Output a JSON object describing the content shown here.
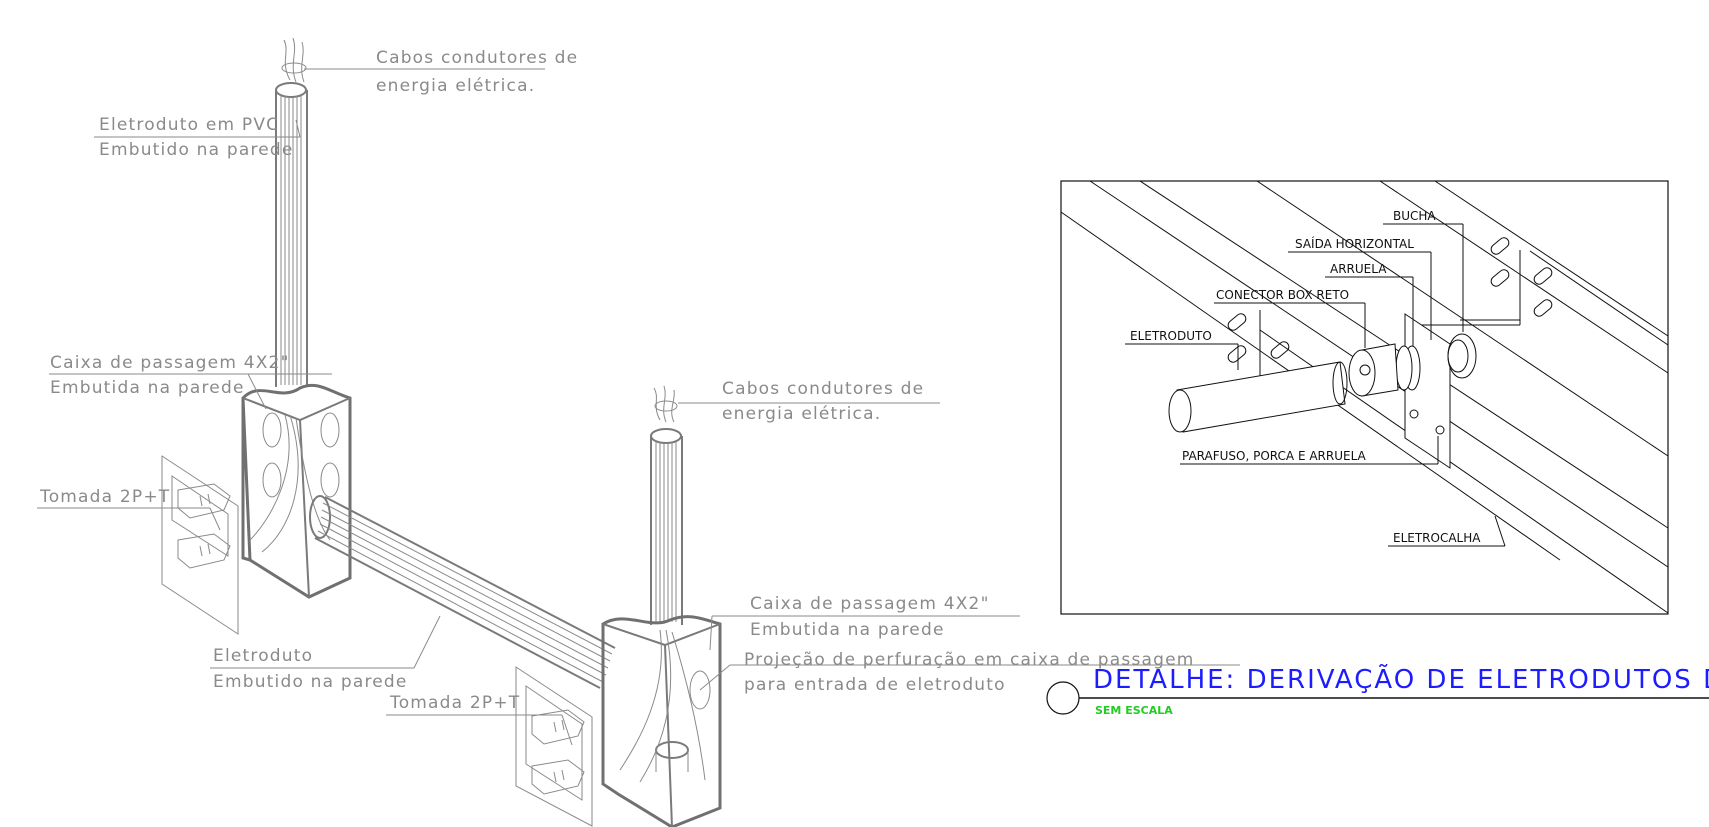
{
  "labels": {
    "cabos1_l1": "Cabos condutores de",
    "cabos1_l2": "energia elétrica.",
    "pvc_l1": "Eletroduto em PVC",
    "pvc_l2": "Embutido na parede",
    "caixa1_l1": "Caixa de passagem 4X2\"",
    "caixa1_l2": "Embutida na parede",
    "tomada1": "Tomada 2P+T",
    "cabos2_l1": "Cabos condutores de",
    "cabos2_l2": "energia elétrica.",
    "caixa2_l1": "Caixa de passagem 4X2\"",
    "caixa2_l2": "Embutida na parede",
    "proj_l1": "Projeção de perfuração em caixa de passagem",
    "proj_l2": "para entrada de eletroduto",
    "eletroduto_l1": "Eletroduto",
    "eletroduto_l2": "Embutido na parede",
    "tomada2": "Tomada 2P+T"
  },
  "detail": {
    "bucha": "BUCHA",
    "saida": "SAÍDA HORIZONTAL",
    "arruela": "ARRUELA",
    "conector": "CONECTOR BOX RETO",
    "eletroduto": "ELETRODUTO",
    "parafuso": "PARAFUSO, PORCA E ARRUELA",
    "eletrocalha": "ELETROCALHA"
  },
  "title": {
    "text": "DETALHE: DERIVAÇÃO DE ELETRODUTOS DAS",
    "scale": "SEM ESCALA"
  },
  "colors": {
    "title": "#1c1cff",
    "scale": "#22cc22",
    "linework": "#8a8a8a",
    "detail_linework": "#111111"
  }
}
